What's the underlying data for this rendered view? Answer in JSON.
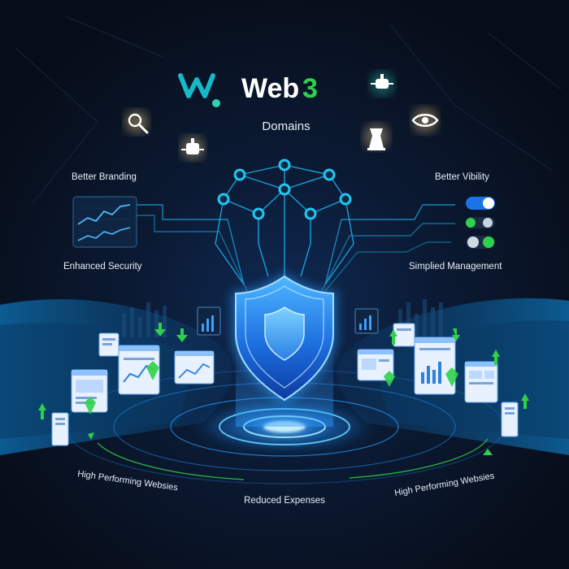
{
  "logo": {
    "mark": "w",
    "name_prefix": "Web",
    "name_suffix": "3",
    "subtitle": "Domains"
  },
  "labels": {
    "top_left": "Better Branding",
    "top_right": "Better Vibility",
    "mid_left": "Enhanced Security",
    "mid_right": "Simplied Management",
    "bottom_left": "High Performing Websies",
    "bottom_center": "Reduced Expenses",
    "bottom_right": "High Performing Websies"
  },
  "icons": [
    "search-icon",
    "robot-icon",
    "node-icon",
    "eye-icon",
    "chess-piece-icon",
    "shield-icon",
    "chart-icon",
    "toggle-icon"
  ],
  "colors": {
    "background": "#0a1220",
    "accent_blue": "#1f8fff",
    "accent_green": "#2fd14a",
    "node_cyan": "#22c6f0",
    "text": "#e8eef8"
  }
}
